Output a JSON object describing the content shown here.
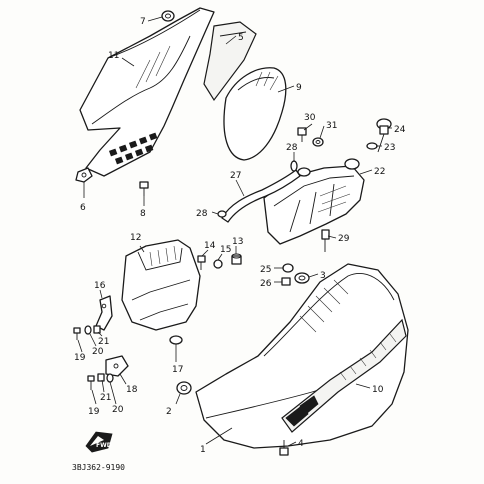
{
  "callouts": {
    "c1": "1",
    "c2": "2",
    "c3": "3",
    "c4": "4",
    "c5": "5",
    "c6": "6",
    "c7": "7",
    "c8": "8",
    "c9": "9",
    "c10": "10",
    "c11": "11",
    "c12": "12",
    "c13": "13",
    "c14": "14",
    "c15": "15",
    "c16": "16",
    "c17": "17",
    "c18": "18",
    "c19a": "19",
    "c19b": "19",
    "c20a": "20",
    "c20b": "20",
    "c21a": "21",
    "c21b": "21",
    "c22": "22",
    "c23": "23",
    "c24": "24",
    "c25": "25",
    "c26": "26",
    "c27": "27",
    "c28a": "28",
    "c28b": "28",
    "c29": "29",
    "c30": "30",
    "c31": "31"
  },
  "reference_code": "3BJ362-9190",
  "front_badge": "FWD"
}
